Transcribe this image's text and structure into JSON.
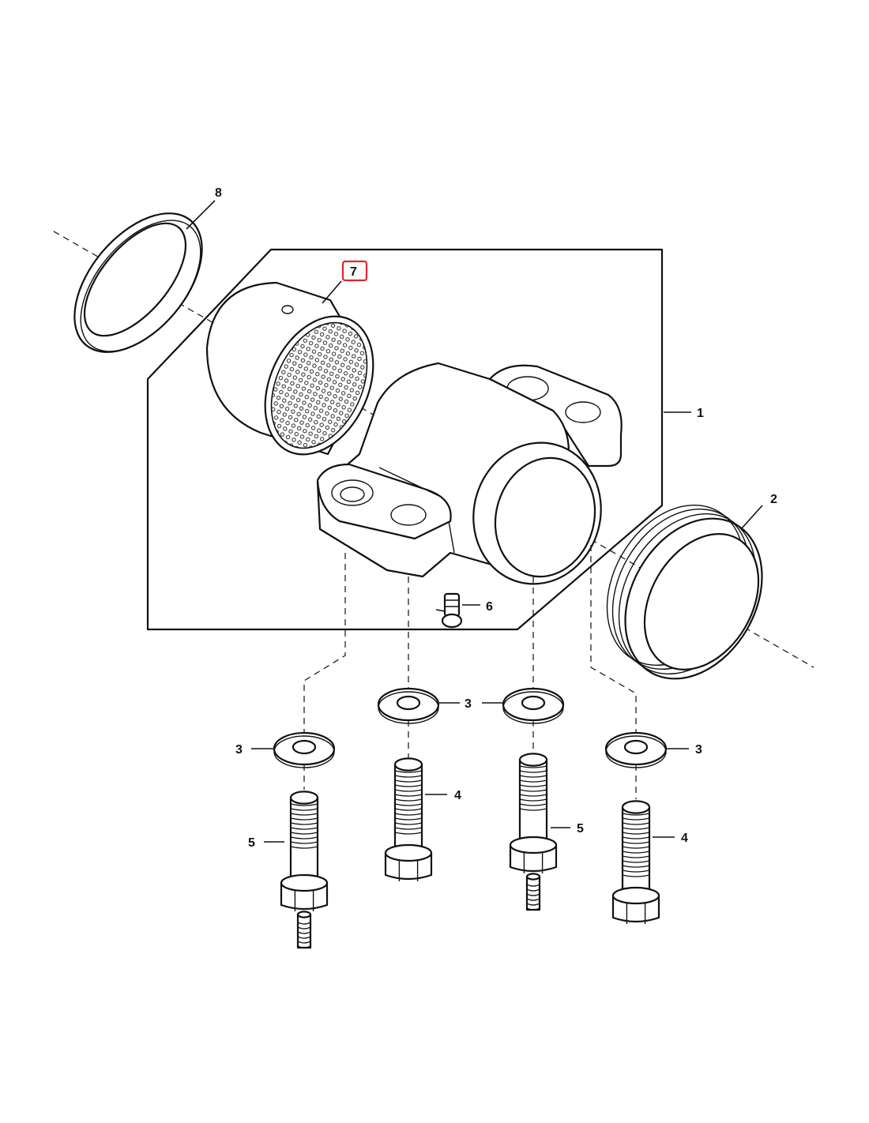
{
  "diagram": {
    "highlight_color": "#e0242b",
    "callouts": {
      "c1": "1",
      "c2": "2",
      "c3a": "3",
      "c3b": "3",
      "c3c": "3",
      "c3d": "3",
      "c4a": "4",
      "c4b": "4",
      "c5a": "5",
      "c5b": "5",
      "c6": "6",
      "c7": "7",
      "c8": "8"
    },
    "highlighted_callout": "7"
  }
}
